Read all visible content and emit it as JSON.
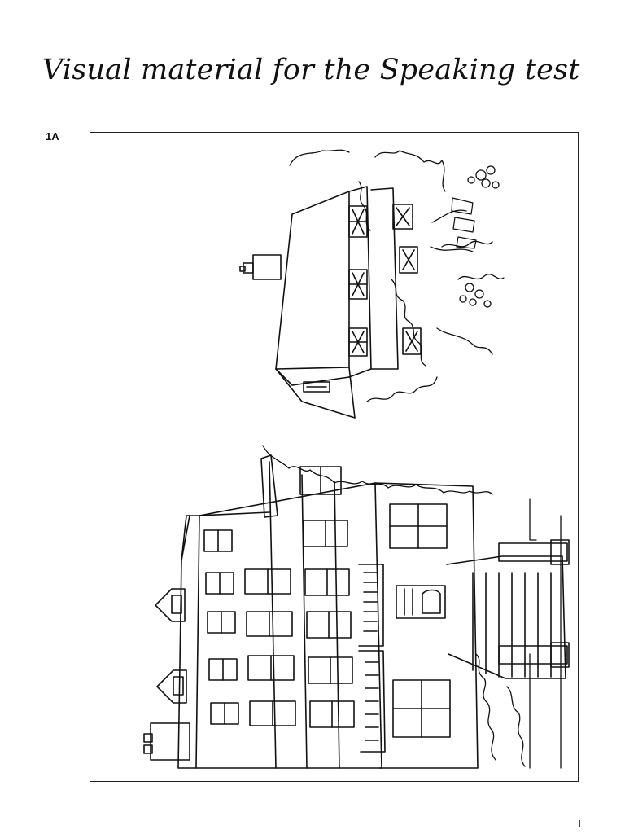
{
  "page": {
    "title": "Visual material for the Speaking test",
    "section_label": "1A",
    "page_number": "I"
  },
  "figure": {
    "top_illustration": "cottage-with-garden",
    "bottom_illustration": "large-victorian-house"
  }
}
